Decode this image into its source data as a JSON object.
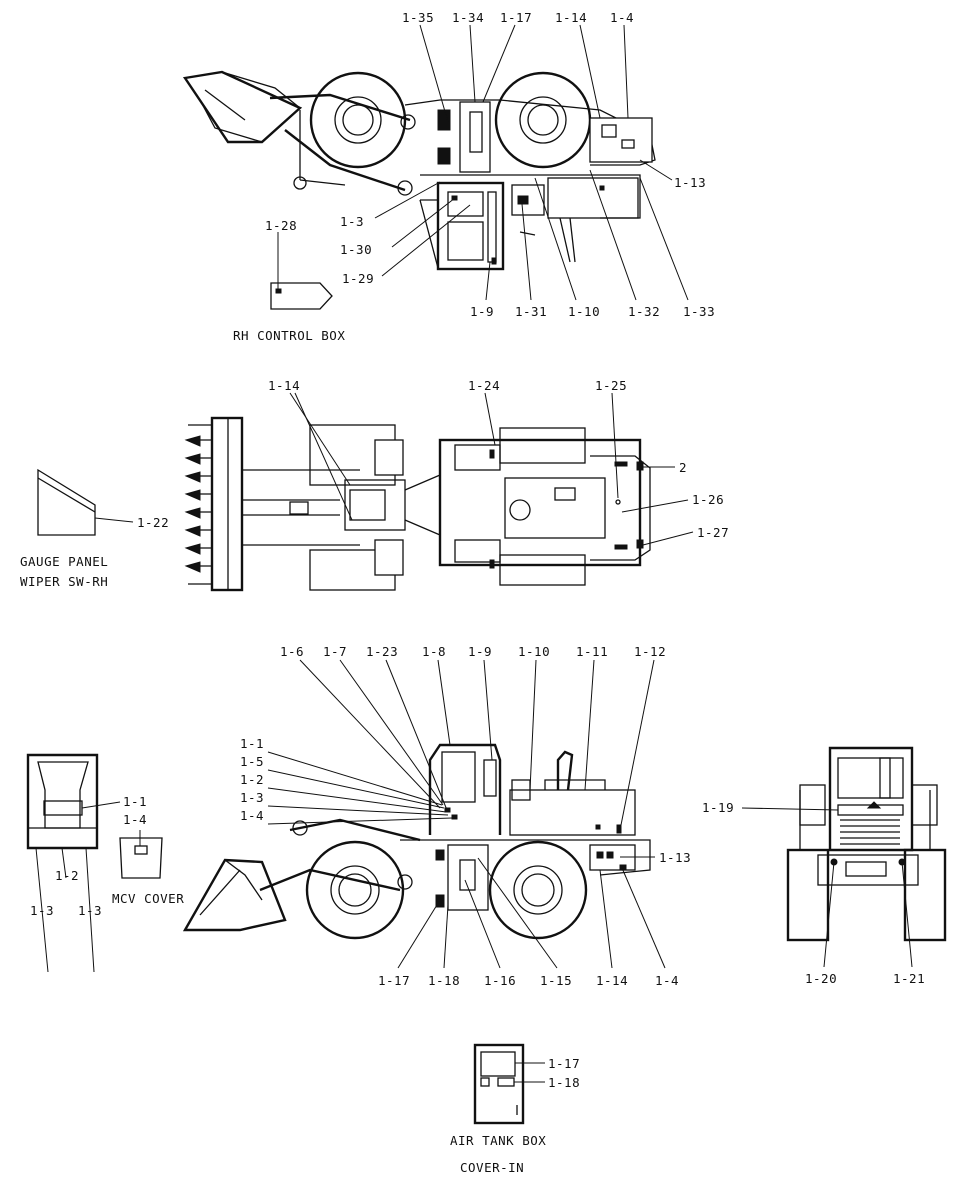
{
  "captions": {
    "rh_control_box": "RH CONTROL BOX",
    "gauge_panel_1": "GAUGE PANEL",
    "gauge_panel_2": "WIPER SW-RH",
    "mcv_cover": "MCV COVER",
    "air_tank_1": "AIR TANK BOX",
    "air_tank_2": "COVER-IN"
  },
  "callouts": {
    "side_upper": [
      "1-35",
      "1-34",
      "1-17",
      "1-14",
      "1-4",
      "1-13",
      "1-3",
      "1-30",
      "1-29",
      "1-9",
      "1-31",
      "1-10",
      "1-32",
      "1-33",
      "1-28"
    ],
    "top_view": [
      "1-14",
      "1-24",
      "1-25",
      "2",
      "1-26",
      "1-27",
      "1-22"
    ],
    "side_lower": [
      "1-6",
      "1-7",
      "1-23",
      "1-8",
      "1-9",
      "1-10",
      "1-11",
      "1-12",
      "1-1",
      "1-5",
      "1-2",
      "1-3",
      "1-4",
      "1-13",
      "1-17",
      "1-18",
      "1-16",
      "1-15",
      "1-14",
      "1-4"
    ],
    "mcv_detail": [
      "1-1",
      "1-4",
      "1-2",
      "1-3",
      "1-3"
    ],
    "rear_view": [
      "1-19",
      "1-20",
      "1-21"
    ],
    "air_tank": [
      "1-17",
      "1-18"
    ]
  }
}
